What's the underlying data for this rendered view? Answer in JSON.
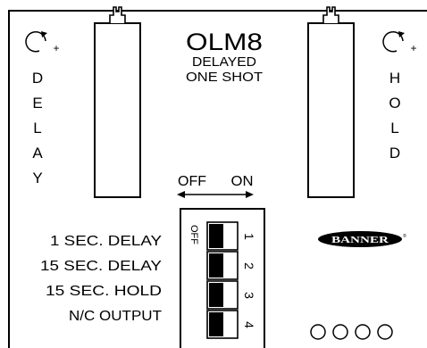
{
  "module": {
    "model": "OLM8",
    "subtitle_line1": "DELAYED",
    "subtitle_line2": "ONE SHOT"
  },
  "pots": {
    "left": {
      "letters": [
        "D",
        "E",
        "L",
        "A",
        "Y"
      ],
      "rotation_icon": "clockwise-arrow-plus-icon",
      "plus": "+"
    },
    "right": {
      "letters": [
        "H",
        "O",
        "L",
        "D"
      ],
      "rotation_icon": "clockwise-arrow-plus-icon",
      "plus": "+"
    }
  },
  "switch": {
    "off_label": "OFF",
    "on_label": "ON",
    "dip_off_label": "OFF",
    "positions": [
      {
        "number": "1",
        "function": "1 SEC. DELAY"
      },
      {
        "number": "2",
        "function": "15 SEC. DELAY"
      },
      {
        "number": "3",
        "function": "15 SEC. HOLD"
      },
      {
        "number": "4",
        "function": "N/C OUTPUT"
      }
    ]
  },
  "brand": {
    "logo_text": "BANNER",
    "mark": "®"
  }
}
